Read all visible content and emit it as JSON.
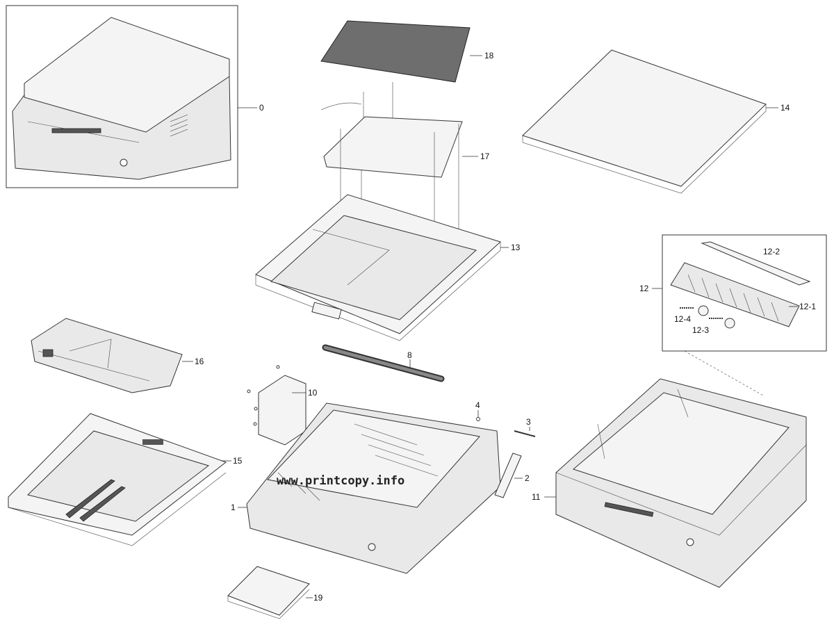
{
  "callouts": [
    {
      "id": "0",
      "label": "0"
    },
    {
      "id": "1",
      "label": "1"
    },
    {
      "id": "2",
      "label": "2"
    },
    {
      "id": "3",
      "label": "3"
    },
    {
      "id": "4",
      "label": "4"
    },
    {
      "id": "8",
      "label": "8"
    },
    {
      "id": "10",
      "label": "10"
    },
    {
      "id": "11",
      "label": "11"
    },
    {
      "id": "12",
      "label": "12"
    },
    {
      "id": "12-1",
      "label": "12-1"
    },
    {
      "id": "12-2",
      "label": "12-2"
    },
    {
      "id": "12-3",
      "label": "12-3"
    },
    {
      "id": "12-4",
      "label": "12-4"
    },
    {
      "id": "13",
      "label": "13"
    },
    {
      "id": "14",
      "label": "14"
    },
    {
      "id": "15",
      "label": "15"
    },
    {
      "id": "16",
      "label": "16"
    },
    {
      "id": "17",
      "label": "17"
    },
    {
      "id": "18",
      "label": "18"
    },
    {
      "id": "19",
      "label": "19"
    }
  ],
  "watermark": "www.printcopy.info"
}
